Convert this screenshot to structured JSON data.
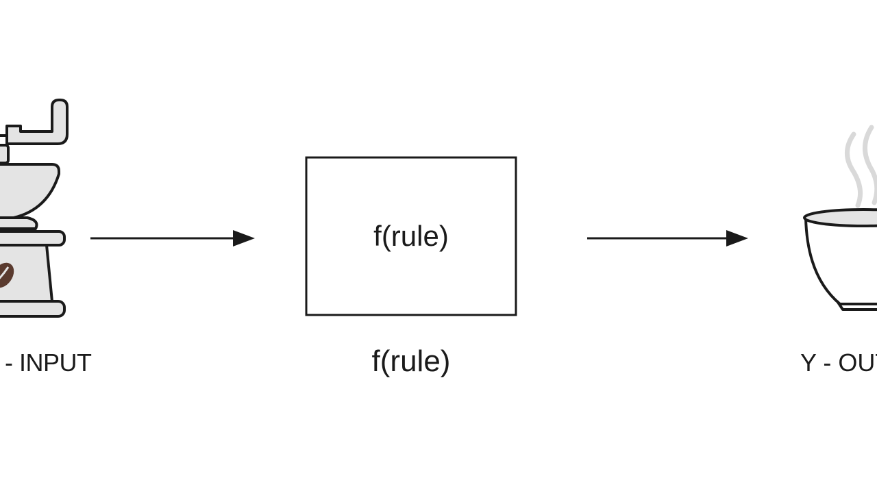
{
  "input": {
    "label": "X - INPUT",
    "icon": "coffee-grinder-icon"
  },
  "process": {
    "box_text": "f(rule)",
    "caption": "f(rule)"
  },
  "output": {
    "label": "Y - OUTPUT",
    "icon": "steaming-bowl-icon"
  },
  "colors": {
    "stroke": "#1a1a1a",
    "icon_fill": "#e4e4e4",
    "bean": "#5a3a2e",
    "steam": "#d9d9d9"
  }
}
